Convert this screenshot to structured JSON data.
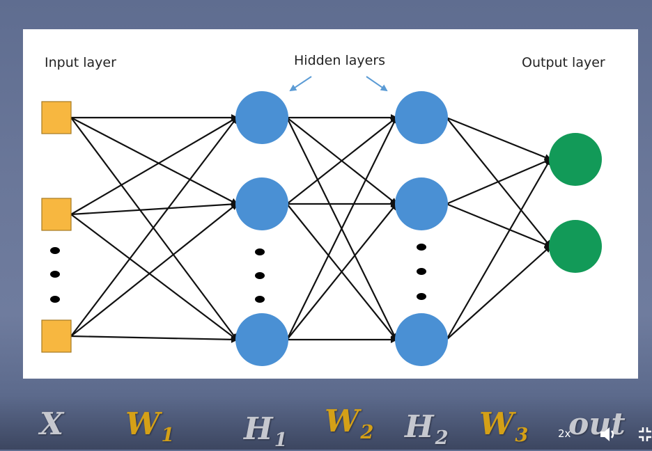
{
  "diagram": {
    "input_label": "Input layer",
    "hidden_label": "Hidden layers",
    "output_label": "Output layer",
    "colors": {
      "input_node": "#f7b740",
      "hidden_node": "#4a90d4",
      "output_node": "#129a58",
      "edge": "#111111",
      "callout_arrow": "#5b9bd5"
    }
  },
  "formula": {
    "x": "X",
    "w1": "W",
    "w1_sub": "1",
    "h1": "H",
    "h1_sub": "1",
    "w2": "W",
    "w2_sub": "2",
    "h2": "H",
    "h2_sub": "2",
    "w3": "W",
    "w3_sub": "3",
    "out": "out"
  },
  "player": {
    "speed": "2x",
    "volume_icon": "speaker-icon",
    "fullscreen_icon": "fullscreen-icon"
  }
}
